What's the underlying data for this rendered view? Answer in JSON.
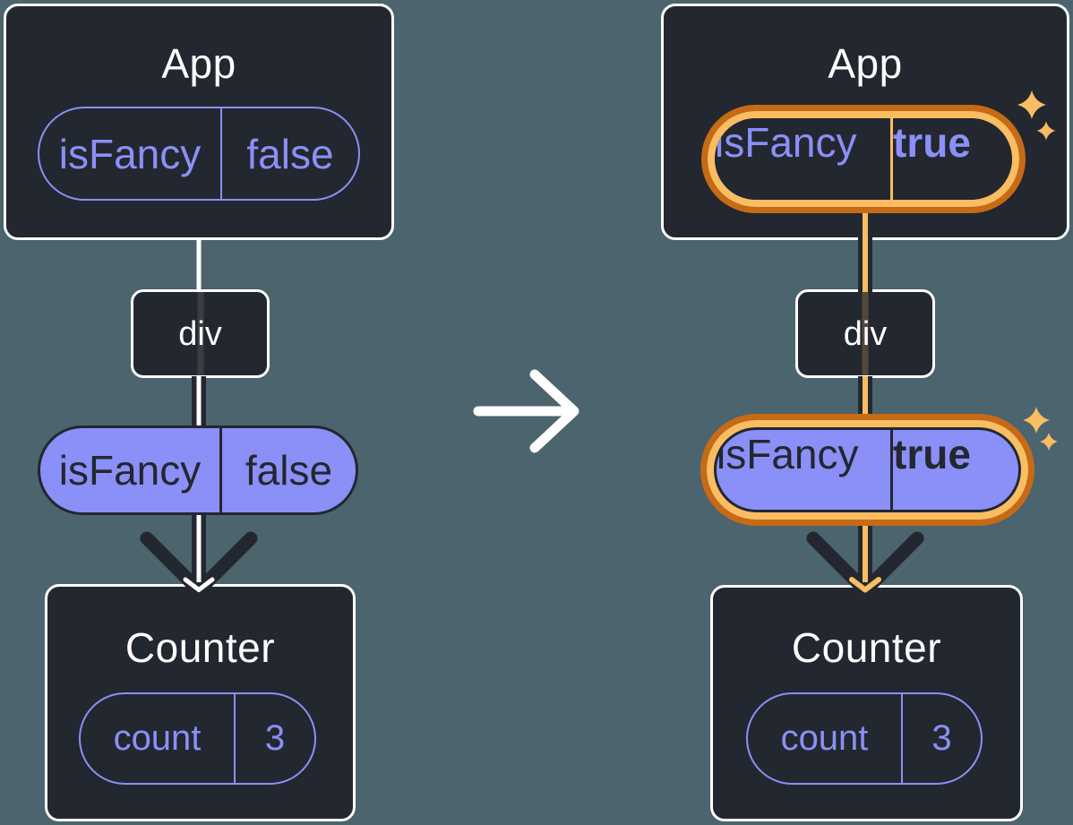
{
  "colors": {
    "background": "#4B646E",
    "panel": "#23272F",
    "white": "#FFFFFF",
    "purple": "#8A90F8",
    "dark": "#23272F",
    "orange_dark": "#C76A15",
    "orange_light": "#FABD62"
  },
  "before": {
    "app_title": "App",
    "app_prop_name": "isFancy",
    "app_prop_value": "false",
    "div_label": "div",
    "passed_prop_name": "isFancy",
    "passed_prop_value": "false",
    "counter_title": "Counter",
    "state_name": "count",
    "state_value": "3"
  },
  "after": {
    "app_title": "App",
    "app_prop_name": "isFancy",
    "app_prop_value": "true",
    "div_label": "div",
    "passed_prop_name": "isFancy",
    "passed_prop_value": "true",
    "counter_title": "Counter",
    "state_name": "count",
    "state_value": "3"
  }
}
